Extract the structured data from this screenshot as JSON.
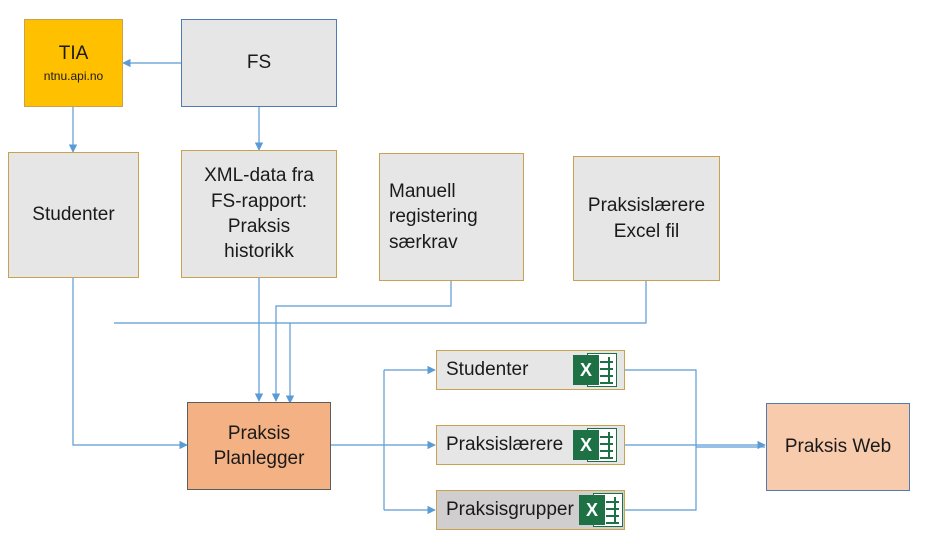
{
  "nodes": {
    "tia": {
      "title": "TIA",
      "subtitle": "ntnu.api.no"
    },
    "fs": {
      "label": "FS"
    },
    "studenter": {
      "label": "Studenter"
    },
    "xml": {
      "lines": [
        "XML-data fra",
        "FS-rapport:",
        "Praksis",
        "historikk"
      ]
    },
    "manuell": {
      "lines": [
        "Manuell",
        "registering",
        "særkrav"
      ]
    },
    "praksislaerere": {
      "lines": [
        "Praksislærere",
        "Excel fil"
      ]
    },
    "planlegger": {
      "lines": [
        "Praksis",
        "Planlegger"
      ]
    },
    "web": {
      "label": "Praksis Web"
    }
  },
  "outputs": [
    {
      "label": "Studenter",
      "icon": "excel-icon"
    },
    {
      "label": "Praksislærere",
      "icon": "excel-icon"
    },
    {
      "label": "Praksisgrupper",
      "icon": "excel-icon"
    }
  ],
  "excel_icon_letter": "X",
  "colors": {
    "connector": "#5b9bd5",
    "tia": "#ffc000",
    "planner": "#f4b183",
    "web": "#f8cbad",
    "box": "#e7e6e6",
    "excel": "#1e7145"
  }
}
